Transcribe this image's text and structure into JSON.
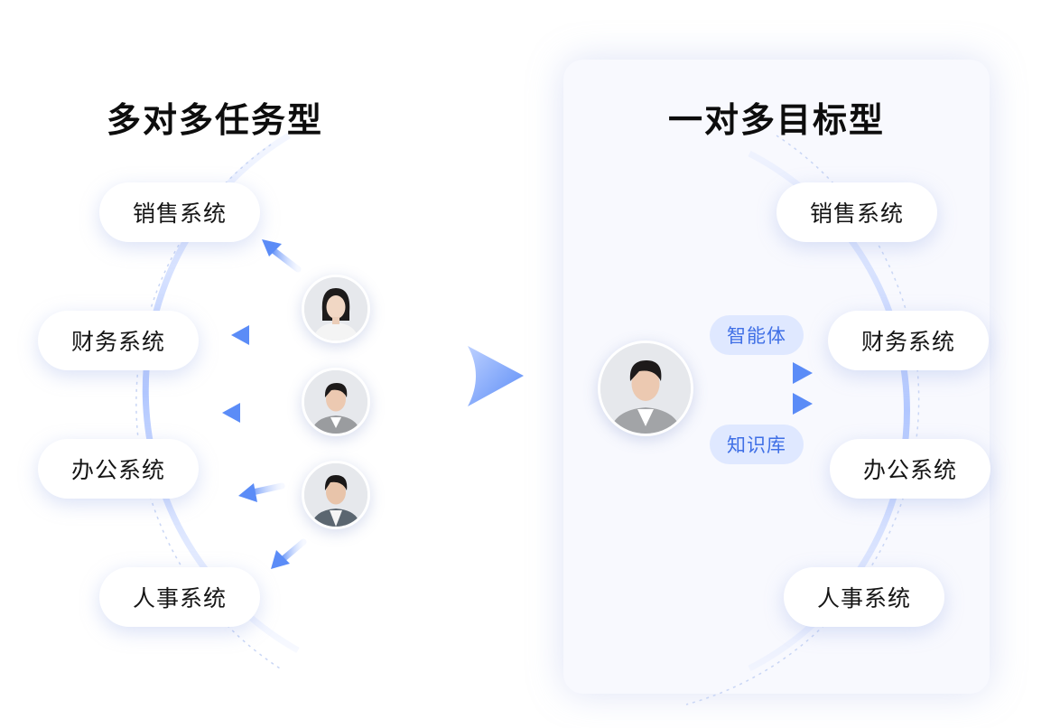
{
  "left": {
    "title": "多对多任务型",
    "systems": [
      "销售系统",
      "财务系统",
      "办公系统",
      "人事系统"
    ]
  },
  "right": {
    "title": "一对多目标型",
    "systems": [
      "销售系统",
      "财务系统",
      "办公系统",
      "人事系统"
    ],
    "tags": [
      "智能体",
      "知识库"
    ]
  },
  "colors": {
    "accent": "#5b8cf7",
    "tag_bg": "#dfe8ff",
    "tag_text": "#3f6fe6",
    "panel_bg": "#f8f9fe"
  }
}
